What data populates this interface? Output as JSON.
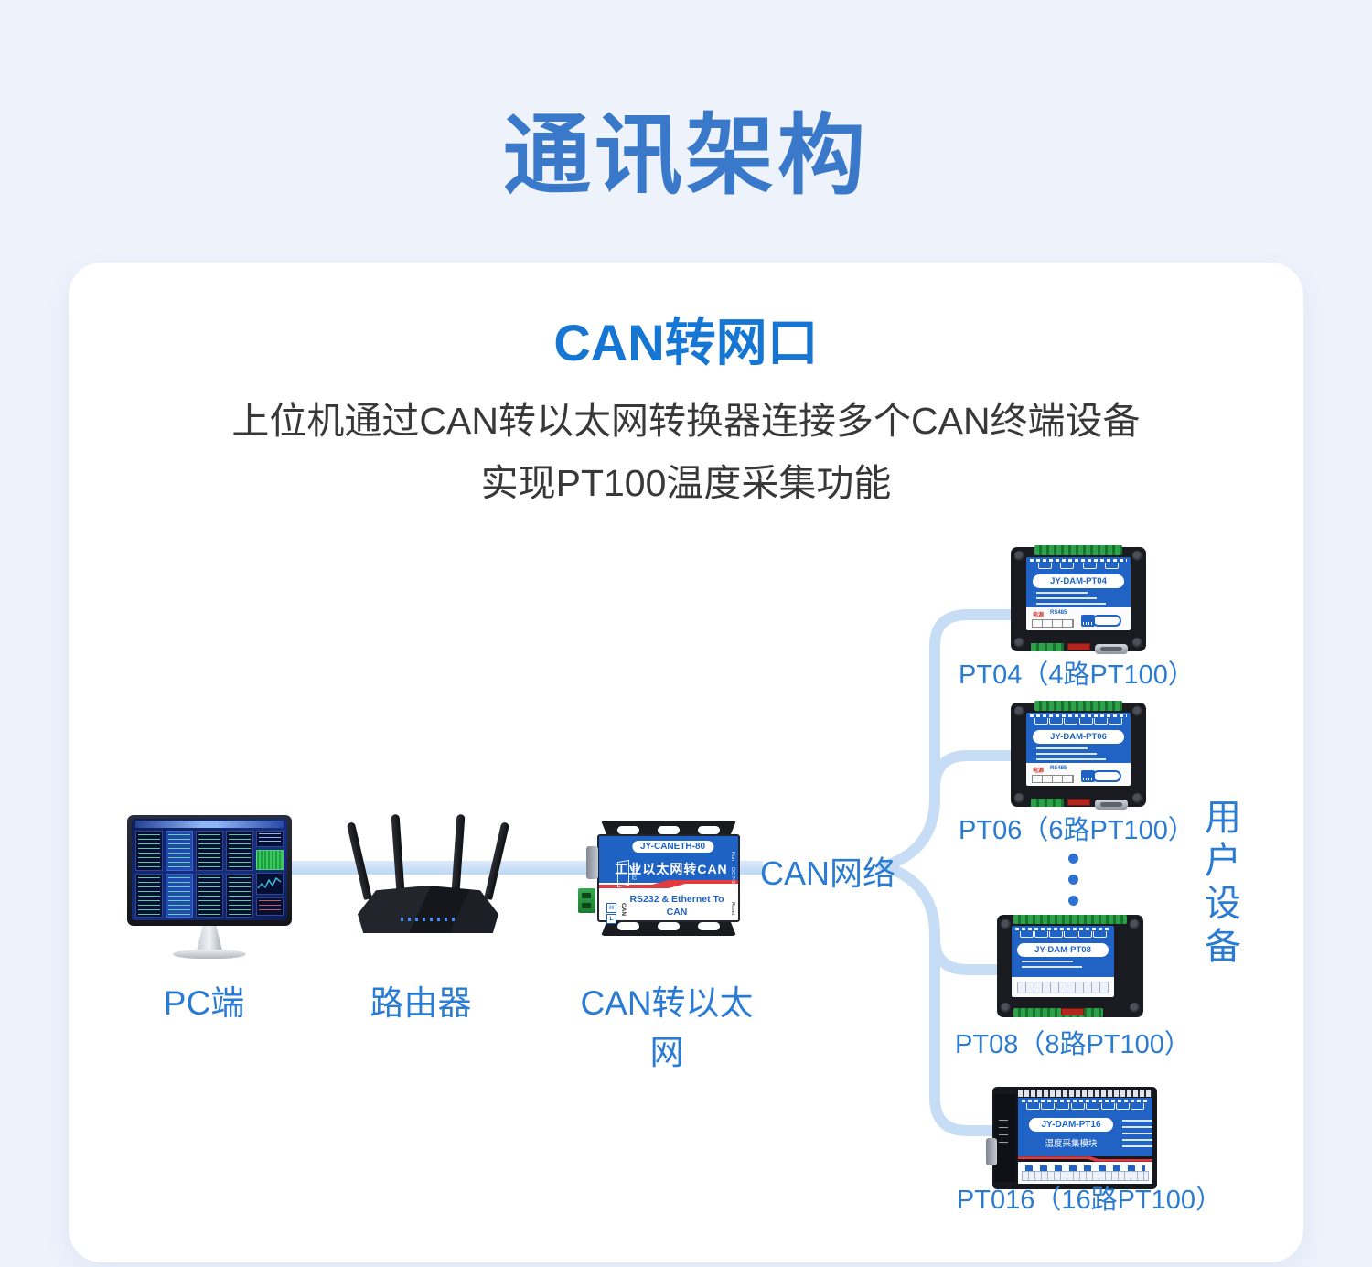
{
  "title": "通讯架构",
  "card": {
    "heading": "CAN转网口",
    "desc1": "上位机通过CAN转以太网转换器连接多个CAN终端设备",
    "desc2": "实现PT100温度采集功能"
  },
  "nodes": {
    "pc": "PC端",
    "router": "路由器",
    "converter": "CAN转以太网"
  },
  "network_label": "CAN网络",
  "converter": {
    "model": "JY-CANETH-80",
    "name": "工业以太网转CAN",
    "subtitle": "RS232 & Ethernet To CAN",
    "rs232": "RS232",
    "can": "CAN",
    "h": "H",
    "l": "L",
    "run": "Run",
    "power": "DC 7-30V",
    "reset": "Reset"
  },
  "modules": [
    {
      "model": "JY-DAM-PT04",
      "caption": "PT04（4路PT100）"
    },
    {
      "model": "JY-DAM-PT06",
      "caption": "PT06（6路PT100）"
    },
    {
      "model": "JY-DAM-PT08",
      "caption": "PT08（8路PT100）"
    },
    {
      "model": "JY-DAM-PT16",
      "subtitle": "温度采集模块",
      "caption": "PT016（16路PT100）"
    }
  ],
  "module_ports": {
    "power": "电源",
    "rs485": "RS485"
  },
  "user_devices_label": "用户设备",
  "colors": {
    "background": "#edf2fb",
    "card": "#ffffff",
    "title_blue": "#3a79c9",
    "heading_blue": "#1576d4",
    "label_blue": "#2a7bd3",
    "line_light_blue": "#c7ddf6",
    "device_panel_blue": "#2063c5",
    "stripe_red": "#e23a3f",
    "terminal_green": "#2da14a",
    "body_text": "#383838"
  }
}
